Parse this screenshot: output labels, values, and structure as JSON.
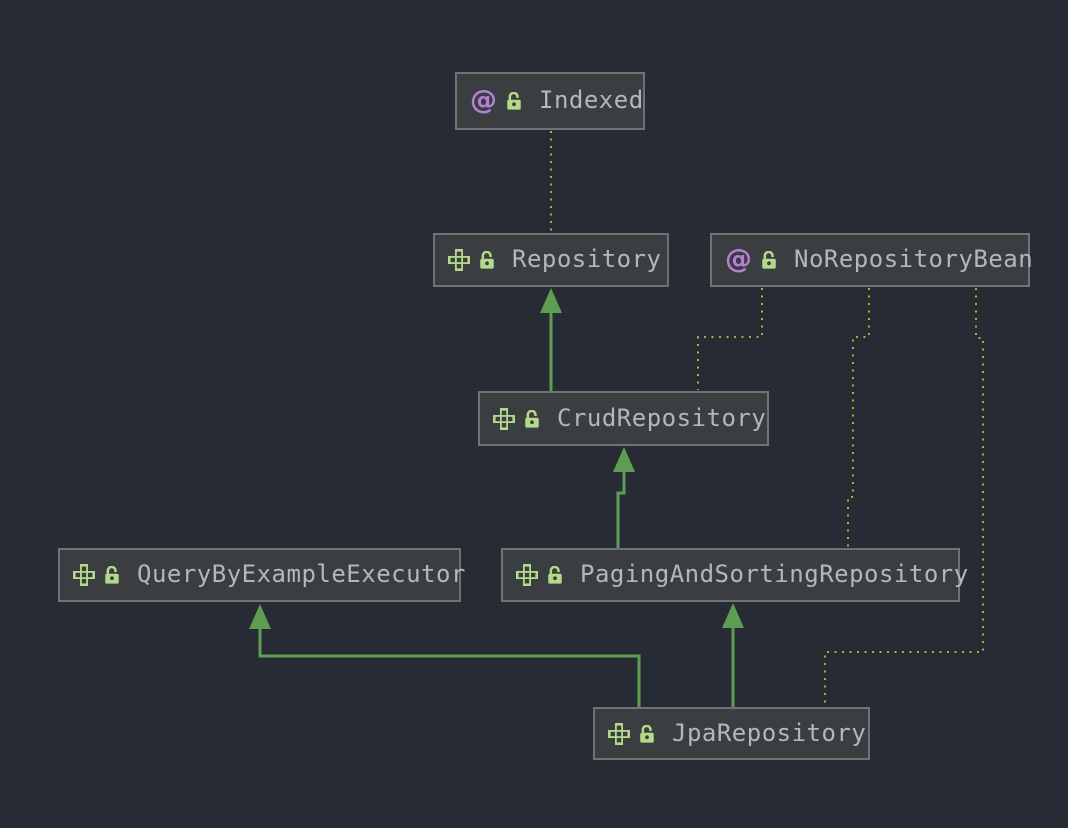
{
  "diagram": {
    "kind": "uml-class-diagram",
    "nodes": {
      "indexed": {
        "label": "Indexed",
        "kind": "annotation",
        "icons": [
          "annotation-icon",
          "lock-icon"
        ]
      },
      "repository": {
        "label": "Repository",
        "kind": "interface",
        "icons": [
          "interface-icon",
          "lock-icon"
        ]
      },
      "noRepositoryBean": {
        "label": "NoRepositoryBean",
        "kind": "annotation",
        "icons": [
          "annotation-icon",
          "lock-icon"
        ]
      },
      "crudRepository": {
        "label": "CrudRepository",
        "kind": "interface",
        "icons": [
          "interface-icon",
          "lock-icon"
        ]
      },
      "queryByExampleExecutor": {
        "label": "QueryByExampleExecutor",
        "kind": "interface",
        "icons": [
          "interface-icon",
          "lock-icon"
        ]
      },
      "pagingAndSortingRepository": {
        "label": "PagingAndSortingRepository",
        "kind": "interface",
        "icons": [
          "interface-icon",
          "lock-icon"
        ]
      },
      "jpaRepository": {
        "label": "JpaRepository",
        "kind": "interface",
        "icons": [
          "interface-icon",
          "lock-icon"
        ]
      }
    },
    "edges": [
      {
        "from": "CrudRepository",
        "to": "Repository",
        "type": "extends",
        "style": "solid-arrow"
      },
      {
        "from": "PagingAndSortingRepository",
        "to": "CrudRepository",
        "type": "extends",
        "style": "solid-arrow"
      },
      {
        "from": "JpaRepository",
        "to": "QueryByExampleExecutor",
        "type": "extends",
        "style": "solid-arrow"
      },
      {
        "from": "JpaRepository",
        "to": "PagingAndSortingRepository",
        "type": "extends",
        "style": "solid-arrow"
      },
      {
        "from": "Indexed",
        "to": "Repository",
        "type": "annotation",
        "style": "dotted"
      },
      {
        "from": "NoRepositoryBean",
        "to": "CrudRepository",
        "type": "annotation",
        "style": "dotted"
      },
      {
        "from": "NoRepositoryBean",
        "to": "PagingAndSortingRepository",
        "type": "annotation",
        "style": "dotted"
      },
      {
        "from": "NoRepositoryBean",
        "to": "JpaRepository",
        "type": "annotation",
        "style": "dotted"
      }
    ],
    "colors": {
      "background": "#272b33",
      "node_background": "#3b3e41",
      "node_border": "#6f7376",
      "label_text": "#afb8c2",
      "extends_arrow_green": "#5d9e52",
      "annotation_dotted_yellow": "#b2ad35",
      "icon_green": "#b5d98b",
      "annotation_purple": "#b57fd8"
    }
  }
}
